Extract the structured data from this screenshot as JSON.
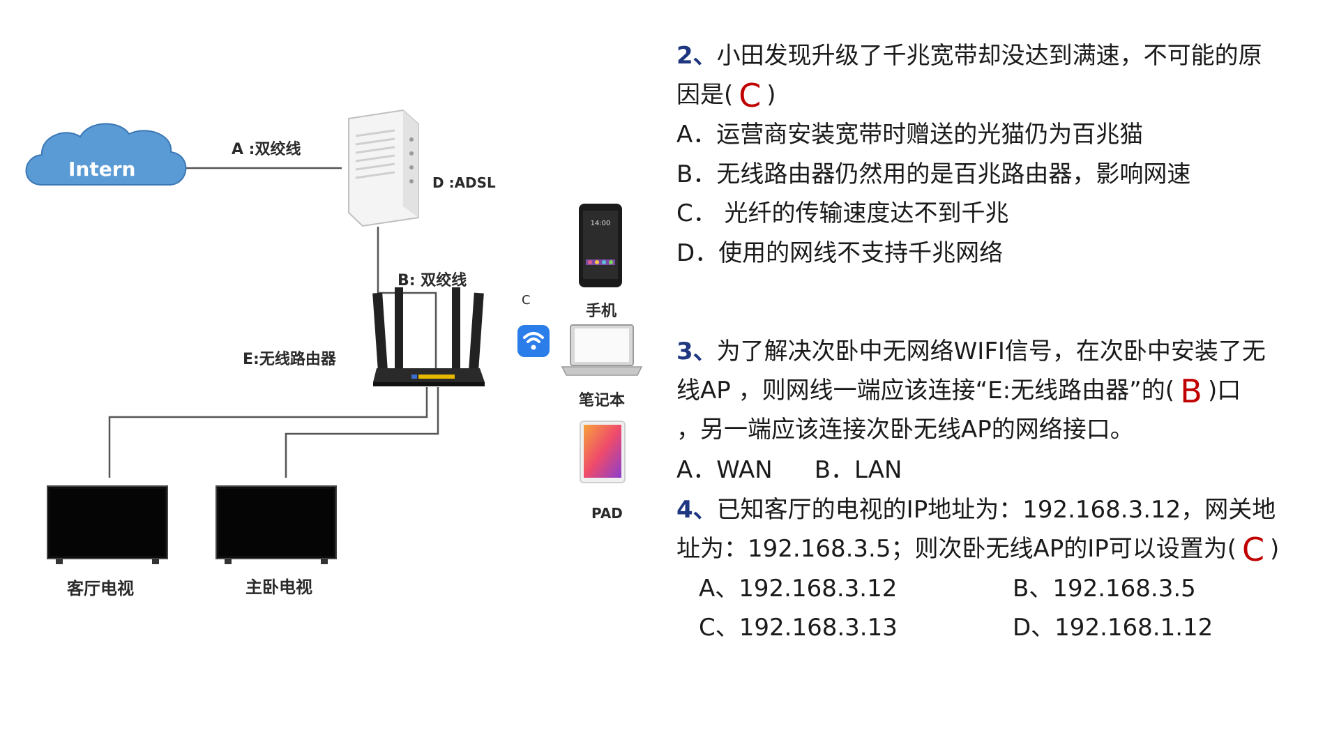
{
  "diagram": {
    "cloud_label": "Intern",
    "link_a_label": "A :双绞线",
    "modem_label": "D :ADSL",
    "link_b_label": "B:   双绞线",
    "router_label": "E:无线路由器",
    "wifi_label": "C",
    "phone_label": "手机",
    "laptop_label": "笔记本",
    "pad_label": "PAD",
    "tv1_label": "客厅电视",
    "tv2_label": "主卧电视",
    "phone_screen_time": "14:00"
  },
  "questions": {
    "q2": {
      "number": "2、",
      "line1": "小田发现升级了千兆宽带却没达到满速，不可能的原",
      "line2_pre": "因是(",
      "answer": "C",
      "line2_post": ")",
      "options": [
        "A．运营商安装宽带时赠送的光猫仍为百兆猫",
        "B．无线路由器仍然用的是百兆路由器，影响网速",
        "C．  光纤的传输速度达不到千兆",
        "D．使用的网线不支持千兆网络"
      ]
    },
    "q3": {
      "number": "3、",
      "line1": "为了解决次卧中无网络WIFI信号，在次卧中安装了无",
      "line2_pre": "线AP ，则网线一端应该连接“E:无线路由器”的(",
      "answer": "B",
      "line2_post": ")口",
      "line3": "，另一端应该连接次卧无线AP的网络接口。",
      "options": [
        "A．WAN",
        "B．LAN"
      ]
    },
    "q4": {
      "number": "4、",
      "line1": "已知客厅的电视的IP地址为：192.168.3.12，网关地",
      "line2_pre": "址为：192.168.3.5；则次卧无线AP的IP可以设置为(",
      "answer": "C",
      "line2_post": ")",
      "options": [
        "A、192.168.3.12",
        "B、192.168.3.5",
        "C、192.168.3.13",
        "D、192.168.1.12"
      ]
    }
  },
  "colors": {
    "question_number": "#1f3680",
    "answer": "#c00000",
    "cloud": "#5b9bd5",
    "wifi": "#2b7de9"
  }
}
